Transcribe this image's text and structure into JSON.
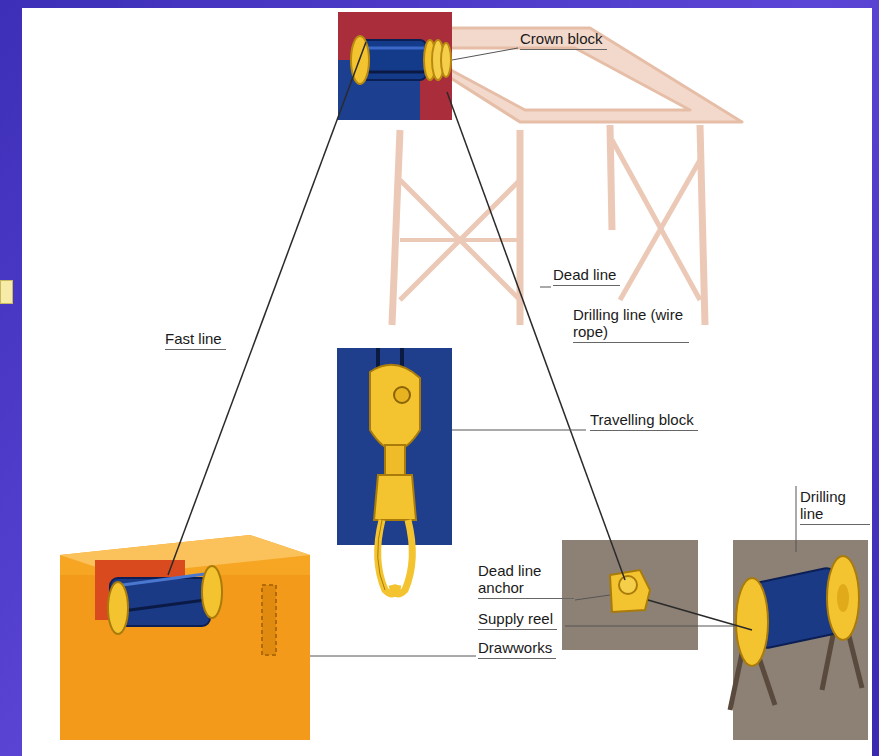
{
  "diagram": {
    "labels": [
      "Crown block",
      "Dead line",
      "Fast line",
      "Drilling line (wire rope)",
      "Travelling block",
      "Drilling line",
      "Dead line anchor",
      "Supply reel",
      "Drawworks"
    ]
  }
}
